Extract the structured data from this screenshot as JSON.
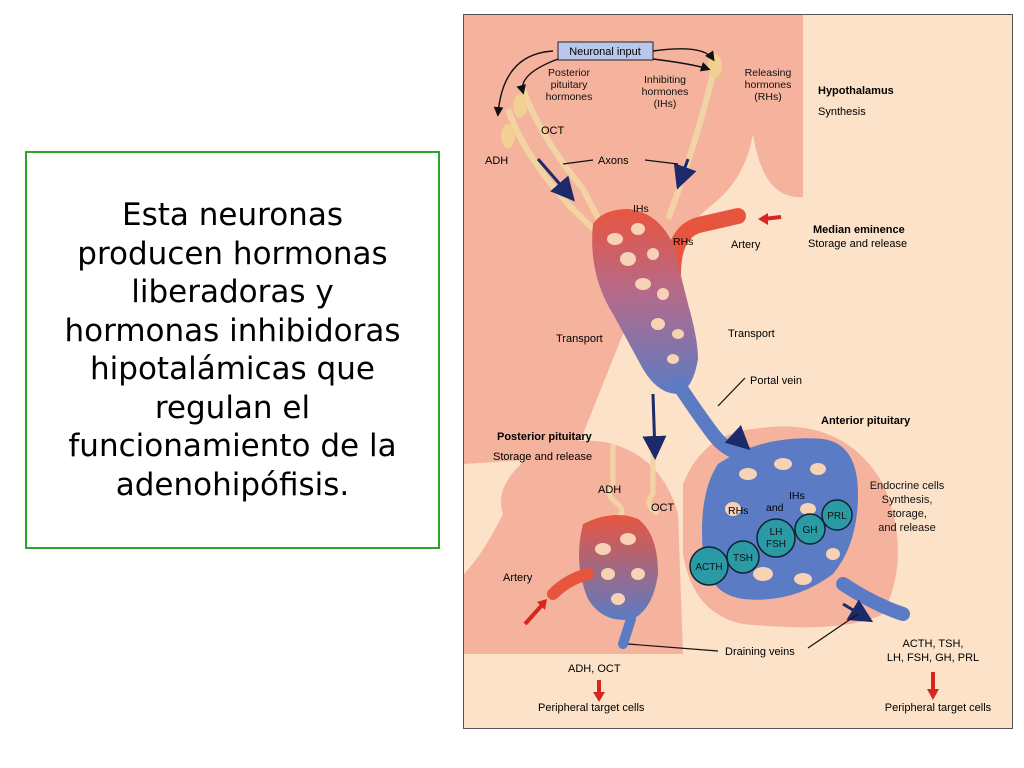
{
  "caption": "Esta neuronas\nproducen hormonas\nliberadoras y\nhormonas inhibidoras\nhipotalámicas que\nregulan el\nfuncionamiento de la\nadenohipófisis.",
  "colors": {
    "frame": "#2aa52a",
    "background": "#fbe2c8",
    "tissue": "#f5b39d",
    "artery": "#e8553f",
    "vein": "#5b7cc4",
    "cell": "#2a9aa5",
    "arrow_red": "#d7261e",
    "arrow_navy": "#1c2a6b"
  },
  "figure": {
    "neuronal_input": "Neuronal input",
    "posterior_pituitary_hormones": [
      "Posterior",
      "pituitary",
      "hormones"
    ],
    "inhibiting_hormones": [
      "Inhibiting",
      "hormones",
      "(IHs)"
    ],
    "releasing_hormones": [
      "Releasing",
      "hormones",
      "(RHs)"
    ],
    "hypothalamus_title": "Hypothalamus",
    "hypothalamus_sub": "Synthesis",
    "oct_top": "OCT",
    "adh_top": "ADH",
    "axons": "Axons",
    "ihs": "IHs",
    "rhs": "RHs",
    "artery_top": "Artery",
    "median_eminence_title": "Median eminence",
    "median_eminence_sub": "Storage and release",
    "transport_left": "Transport",
    "transport_right": "Transport",
    "portal_vein": "Portal vein",
    "anterior_pituitary": "Anterior pituitary",
    "posterior_pituitary_title": "Posterior pituitary",
    "posterior_pituitary_sub": "Storage and release",
    "endocrine_cells": [
      "Endocrine cells",
      "Synthesis,",
      "storage,",
      "and release"
    ],
    "adh_mid": "ADH",
    "oct_mid": "OCT",
    "rhs_mid": "RHs",
    "and_mid": "and",
    "ihs_mid": "IHs",
    "cells": [
      "ACTH",
      "TSH",
      "LH",
      "FSH",
      "GH",
      "PRL"
    ],
    "artery_bottom": "Artery",
    "draining_veins": "Draining veins",
    "adh_oct": "ADH, OCT",
    "peripheral_left": "Peripheral target cells",
    "output_hormones": [
      "ACTH, TSH,",
      "LH, FSH, GH, PRL"
    ],
    "peripheral_right": "Peripheral target cells"
  }
}
